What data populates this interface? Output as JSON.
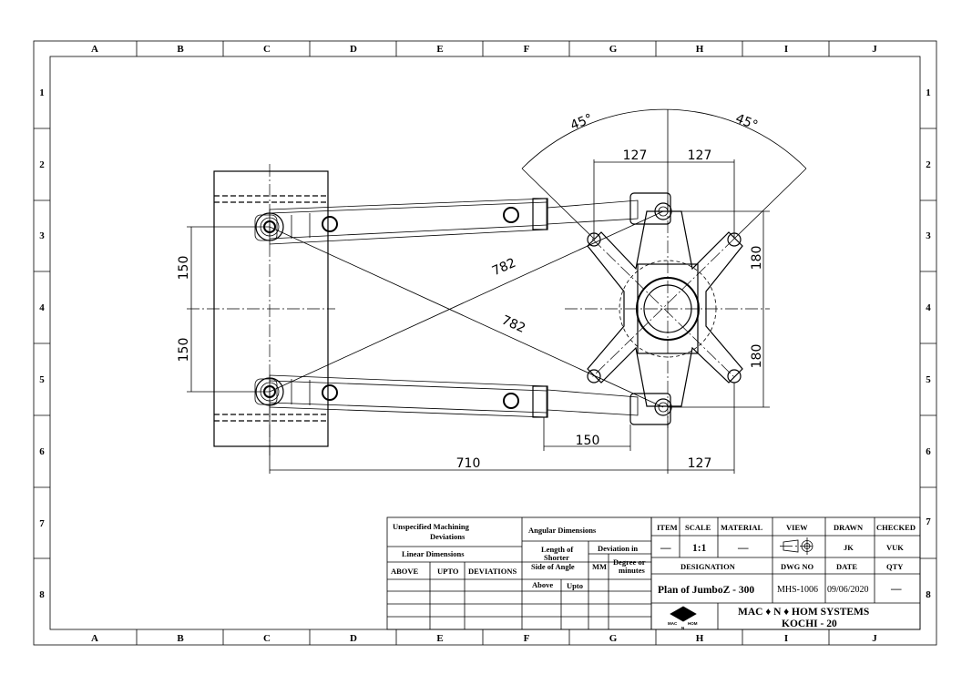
{
  "zones": {
    "columns": [
      "A",
      "B",
      "C",
      "D",
      "E",
      "F",
      "G",
      "H",
      "I",
      "J"
    ],
    "rows": [
      "1",
      "2",
      "3",
      "4",
      "5",
      "6",
      "7",
      "8"
    ]
  },
  "dimensions": {
    "angle_left": "45°",
    "angle_right": "45°",
    "top_left_127": "127",
    "top_right_127": "127",
    "diag_upper": "782",
    "diag_lower": "782",
    "left_upper_150": "150",
    "left_lower_150": "150",
    "right_upper_180": "180",
    "right_lower_180": "180",
    "bottom_150": "150",
    "bottom_710": "710",
    "bottom_127": "127"
  },
  "title_block": {
    "unspecified_title": "Unspecified Machining",
    "unspecified_title2": "Deviations",
    "linear_dimensions": "Linear Dimensions",
    "above": "ABOVE",
    "upto": "UPTO",
    "deviations": "DEVIATIONS",
    "angular_dimensions": "Angular Dimensions",
    "length_of": "Length of",
    "shorter": "Shorter",
    "side_of_angle": "Side of Angle",
    "deviation_in": "Deviation in",
    "mm": "MM",
    "degree_or": "Degree or",
    "minutes": "minutes",
    "ang_above": "Above",
    "ang_upto": "Upto",
    "item_label": "ITEM",
    "scale_label": "SCALE",
    "material_label": "MATERIAL",
    "view_label": "VIEW",
    "drawn_label": "DRAWN",
    "checked_label": "CHECKED",
    "item_value": "—",
    "scale_value": "1:1",
    "material_value": "—",
    "drawn_value": "JK",
    "checked_value": "VUK",
    "designation_label": "DESIGNATION",
    "dwg_no_label": "DWG NO",
    "date_label": "DATE",
    "qty_label": "QTY",
    "designation_value": "Plan of  JumboZ - 300",
    "dwg_no_value": "MHS-1006",
    "date_value": "09/06/2020",
    "qty_value": "—",
    "company_line1": "MAC ♦ N ♦ HOM  SYSTEMS",
    "company_line2": "KOCHI - 20",
    "logo_text_left": "MAC",
    "logo_text_right": "HOM",
    "logo_text_bottom": "N"
  }
}
